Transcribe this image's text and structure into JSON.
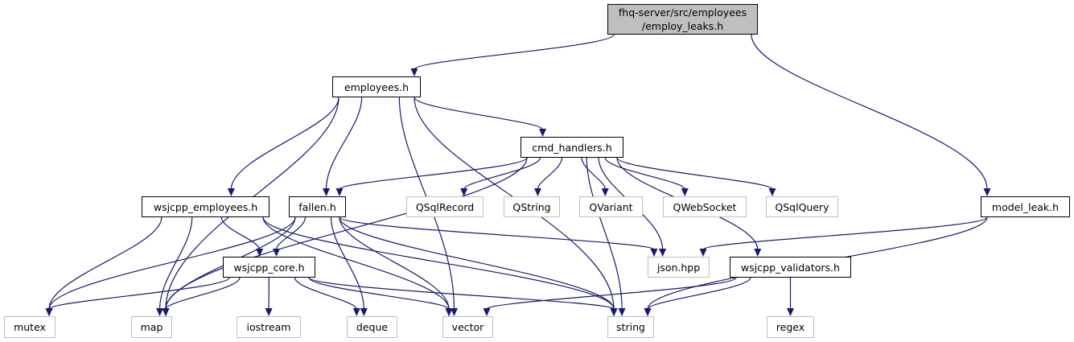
{
  "graph": {
    "edge_color": "#191970",
    "root_fill": "#bfbfbf",
    "external_border": "#bfbfbf",
    "nodes": {
      "root": "fhq-server/src/employees\n/employ_leaks.h",
      "employees": "employees.h",
      "cmd_handlers": "cmd_handlers.h",
      "model_leak": "model_leak.h",
      "wsjcpp_employees": "wsjcpp_employees.h",
      "fallen": "fallen.h",
      "qsqlrecord": "QSqlRecord",
      "qstring": "QString",
      "qvariant": "QVariant",
      "qwebsocket": "QWebSocket",
      "qsqlquery": "QSqlQuery",
      "json": "json.hpp",
      "wsjcpp_validators": "wsjcpp_validators.h",
      "wsjcpp_core": "wsjcpp_core.h",
      "mutex": "mutex",
      "map": "map",
      "iostream": "iostream",
      "deque": "deque",
      "vector": "vector",
      "string": "string",
      "regex": "regex"
    },
    "edges": [
      [
        "root",
        "employees"
      ],
      [
        "root",
        "model_leak"
      ],
      [
        "employees",
        "map"
      ],
      [
        "employees",
        "wsjcpp_employees"
      ],
      [
        "employees",
        "fallen"
      ],
      [
        "employees",
        "vector"
      ],
      [
        "employees",
        "cmd_handlers"
      ],
      [
        "employees",
        "string"
      ],
      [
        "cmd_handlers",
        "map"
      ],
      [
        "cmd_handlers",
        "fallen"
      ],
      [
        "cmd_handlers",
        "qsqlrecord"
      ],
      [
        "cmd_handlers",
        "qstring"
      ],
      [
        "cmd_handlers",
        "qvariant"
      ],
      [
        "cmd_handlers",
        "qwebsocket"
      ],
      [
        "cmd_handlers",
        "qsqlquery"
      ],
      [
        "cmd_handlers",
        "json"
      ],
      [
        "cmd_handlers",
        "wsjcpp_validators"
      ],
      [
        "cmd_handlers",
        "string"
      ],
      [
        "wsjcpp_employees",
        "mutex"
      ],
      [
        "wsjcpp_employees",
        "map"
      ],
      [
        "wsjcpp_employees",
        "wsjcpp_core"
      ],
      [
        "wsjcpp_employees",
        "vector"
      ],
      [
        "wsjcpp_employees",
        "string"
      ],
      [
        "fallen",
        "mutex"
      ],
      [
        "fallen",
        "map"
      ],
      [
        "fallen",
        "wsjcpp_core"
      ],
      [
        "fallen",
        "deque"
      ],
      [
        "fallen",
        "vector"
      ],
      [
        "fallen",
        "string"
      ],
      [
        "fallen",
        "json"
      ],
      [
        "wsjcpp_core",
        "mutex"
      ],
      [
        "wsjcpp_core",
        "map"
      ],
      [
        "wsjcpp_core",
        "iostream"
      ],
      [
        "wsjcpp_core",
        "deque"
      ],
      [
        "wsjcpp_core",
        "vector"
      ],
      [
        "wsjcpp_core",
        "string"
      ],
      [
        "wsjcpp_validators",
        "vector"
      ],
      [
        "wsjcpp_validators",
        "string"
      ],
      [
        "wsjcpp_validators",
        "regex"
      ],
      [
        "model_leak",
        "json"
      ],
      [
        "model_leak",
        "string"
      ]
    ]
  }
}
